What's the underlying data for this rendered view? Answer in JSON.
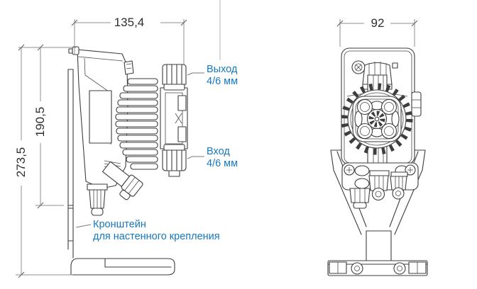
{
  "drawing": {
    "background": "#ffffff",
    "colors": {
      "line": "#3d3d3d",
      "dimension_line": "#8f8f8f",
      "dimension_text": "#2e2e2e",
      "label_text": "#1777bd"
    },
    "dimensions": {
      "side_width_mm": "135,4",
      "side_height_upper_mm": "190,5",
      "side_height_total_mm": "273,5",
      "front_width_mm": "92"
    },
    "labels": {
      "outlet_line1": "Выход",
      "outlet_line2": "4/6 мм",
      "inlet_line1": "Вход",
      "inlet_line2": "4/6 мм",
      "bracket_line1": "Кронштейн",
      "bracket_line2": "для настенного крепления"
    }
  }
}
